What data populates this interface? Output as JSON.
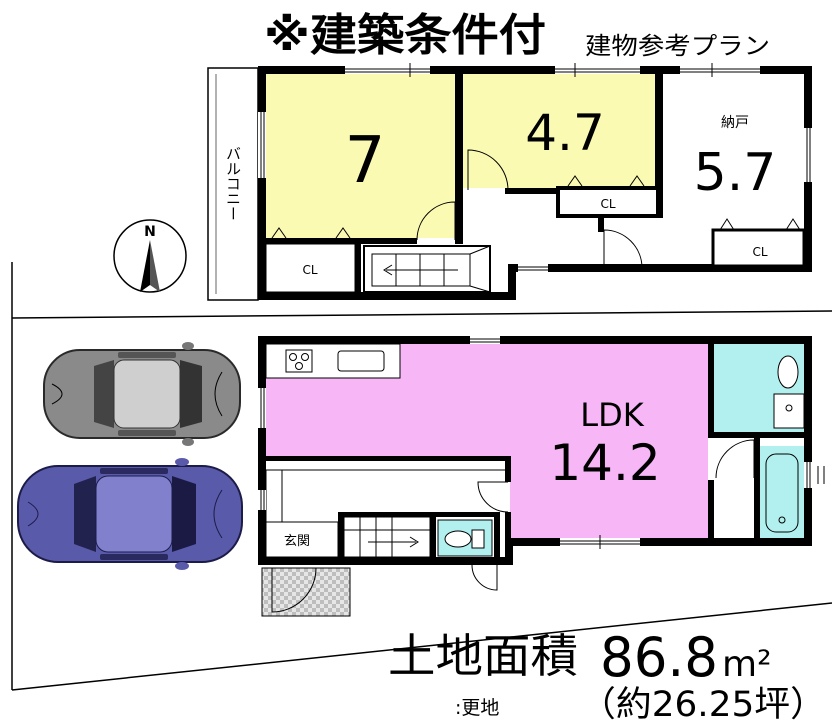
{
  "header": {
    "title": "※建築条件付",
    "subtitle": "建物参考プラン"
  },
  "compass": {
    "label": "N"
  },
  "second_floor": {
    "balcony_label": "バルコニー",
    "room_west": {
      "size": "7",
      "closet_label": "CL"
    },
    "room_center": {
      "size": "4.7",
      "closet_label": "CL"
    },
    "storage_room": {
      "label": "納戸",
      "size": "5.7",
      "closet_label": "CL"
    }
  },
  "first_floor": {
    "ldk": {
      "label": "LDK",
      "size": "14.2"
    },
    "entrance_label": "玄関"
  },
  "land": {
    "area_label": "土地面積",
    "area_value": "86.8",
    "area_unit": "m²",
    "status": ":更地",
    "area_tsubo": "（約26.25坪）"
  },
  "colors": {
    "bedroom_fill": "#fafab2",
    "ldk_fill": "#f7b7f7",
    "water_room_fill": "#b2f0f0",
    "gray_car_body": "#8a8a8a",
    "gray_car_roof": "#cfcfcf",
    "purple_car_body": "#5a5aaa",
    "purple_car_roof": "#8080cc"
  }
}
